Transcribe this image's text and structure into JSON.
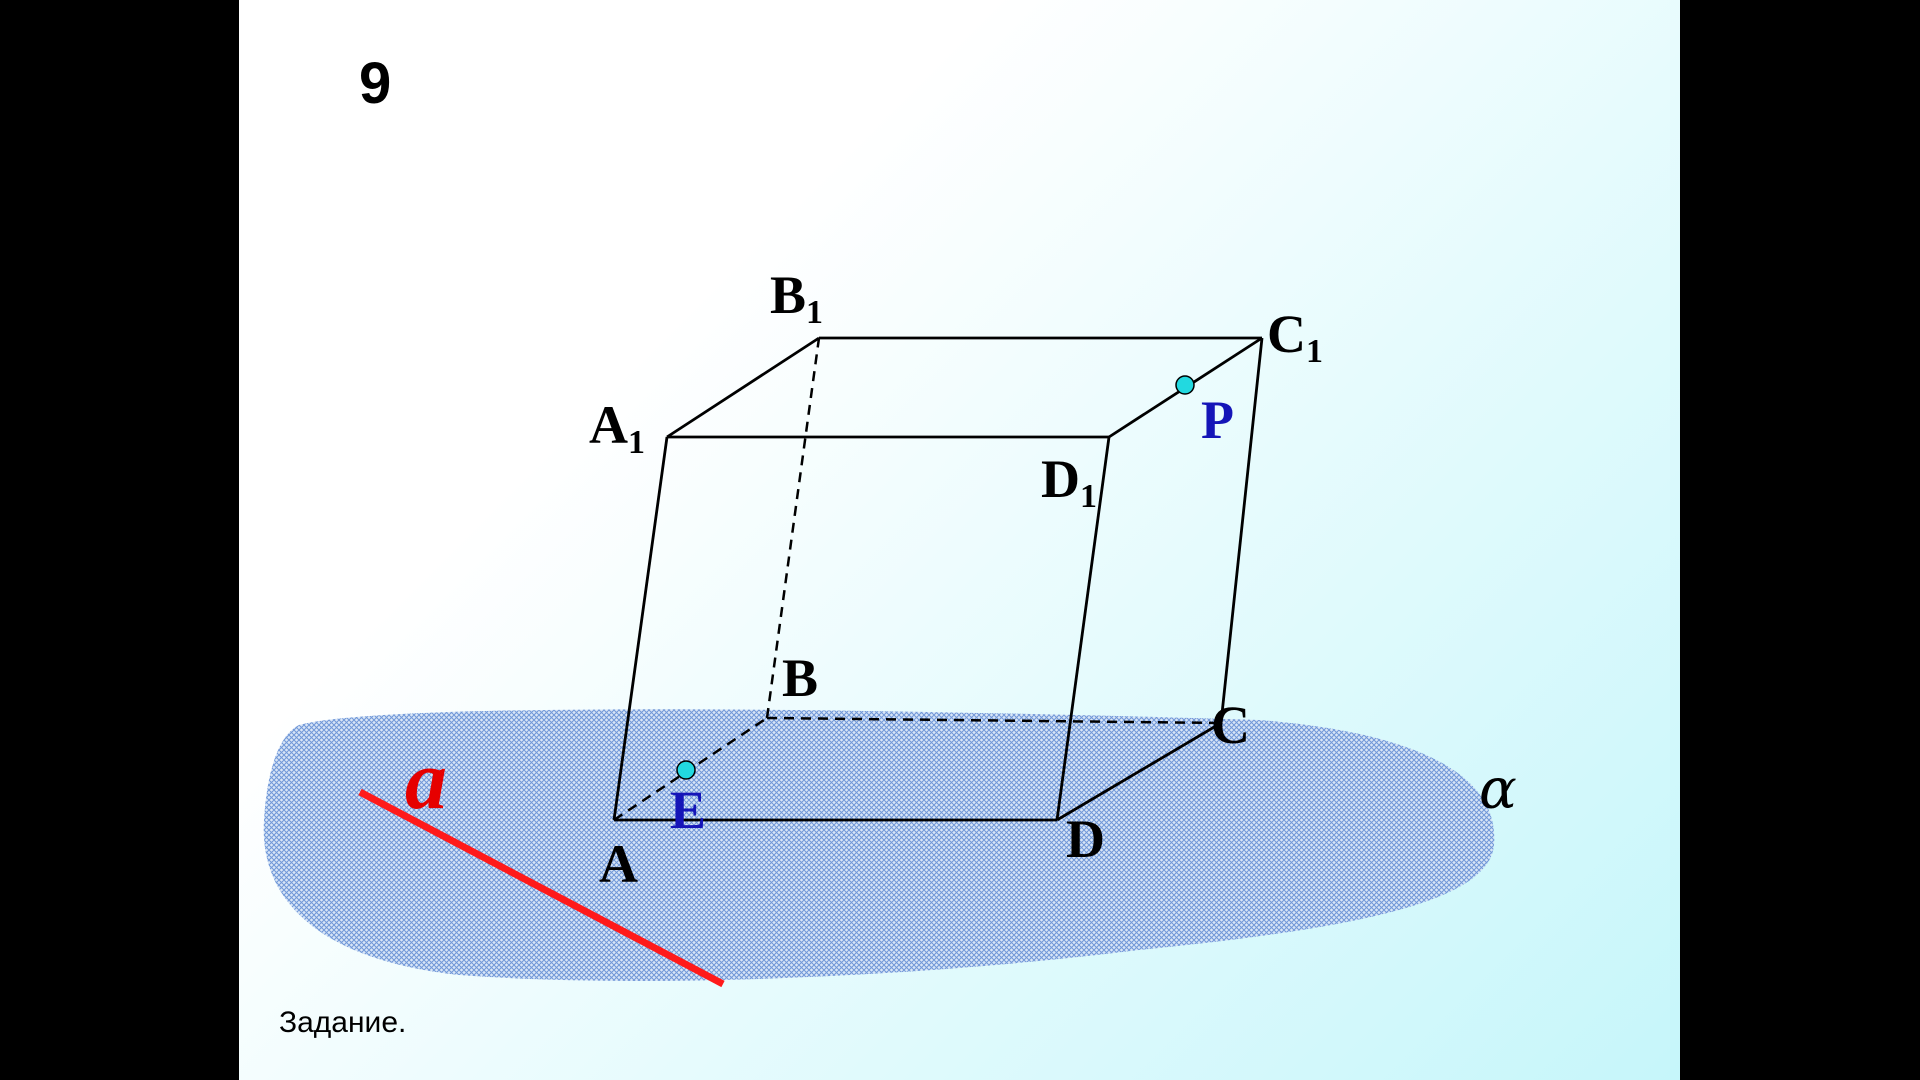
{
  "slide": {
    "number": "9",
    "caption": "Задание."
  },
  "diagram": {
    "vertices": {
      "A": "A",
      "B": "B",
      "C": "C",
      "D": "D",
      "A1": "A",
      "B1": "B",
      "C1": "C",
      "D1": "D",
      "subscript": "1"
    },
    "points": {
      "E": "E",
      "P": "P"
    },
    "line_label": "a",
    "plane_label": "α"
  },
  "colors": {
    "plane": "#8fb3e6",
    "line": "#ff1a1a",
    "line_label": "#e60000",
    "point_fill": "#22d9e0",
    "point_label": "#1515b8",
    "edge": "#000000"
  }
}
